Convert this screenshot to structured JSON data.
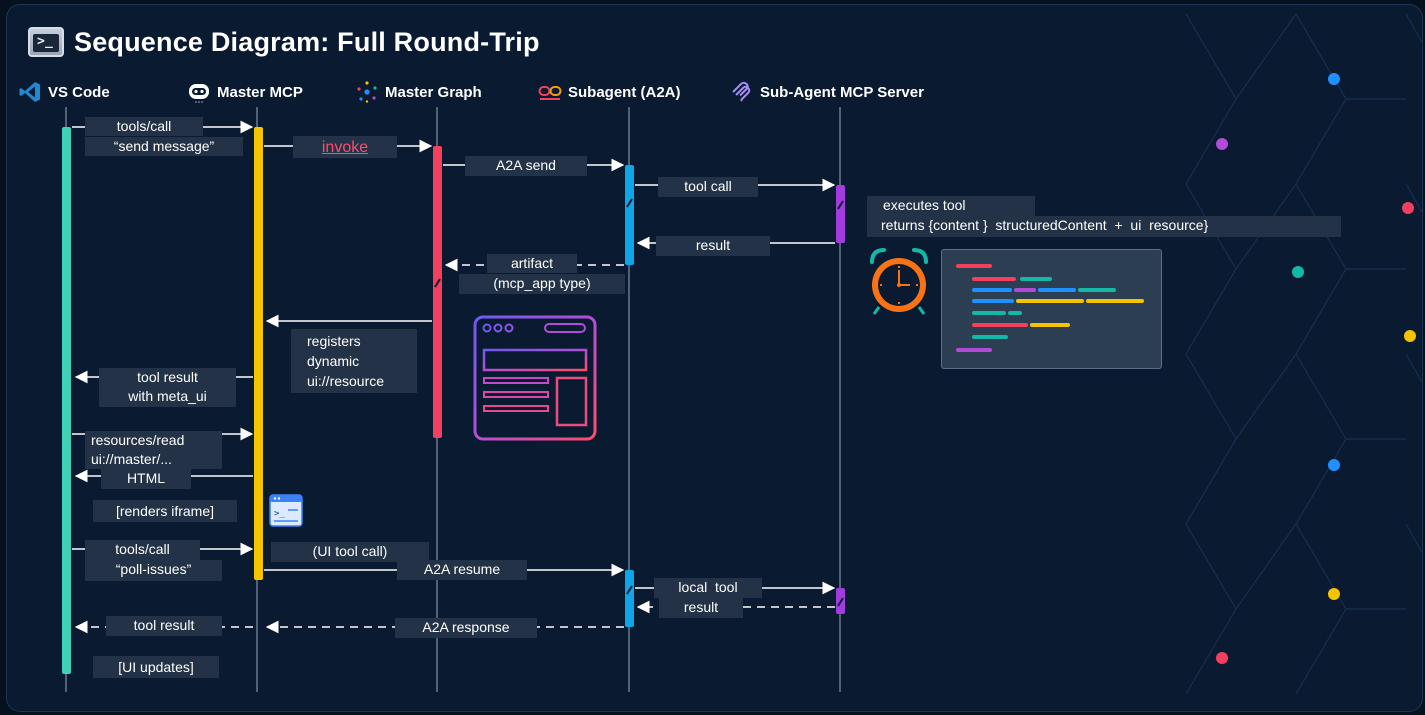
{
  "title": "Sequence Diagram:  Full Round-Trip",
  "actors": [
    {
      "id": "vscode",
      "label": "VS Code",
      "icon": "vscode-icon"
    },
    {
      "id": "master-mcp",
      "label": "Master MCP",
      "icon": "robot-icon"
    },
    {
      "id": "master-graph",
      "label": "Master Graph",
      "icon": "graph-icon"
    },
    {
      "id": "subagent",
      "label": "Subagent (A2A)",
      "icon": "link-icon"
    },
    {
      "id": "subagent-mcp",
      "label": "Sub-Agent MCP Server",
      "icon": "mcp-icon"
    }
  ],
  "messages": {
    "tools_call_1": "tools/call",
    "send_message": "“send message”",
    "invoke": "invoke",
    "a2a_send": "A2A send",
    "tool_call": "tool call",
    "executes_tool": "executes tool",
    "returns": "returns {content }  structuredContent  +  ui  resource}",
    "result": "result",
    "artifact": "artifact",
    "mcp_app_type": "(mcp_app type)",
    "registers": "registers\ndynamic\nui://resource",
    "tool_result_meta": "tool result\nwith meta_ui",
    "resources_read": "resources/read\nui://master/...",
    "html": "HTML",
    "renders_iframe": "[renders iframe]",
    "tools_call_2": "tools/call",
    "poll_issues": "“poll-issues”",
    "ui_tool_call": "(UI tool call)",
    "a2a_resume": "A2A resume",
    "local_tool": "local  tool",
    "local_result": "result",
    "tool_result": "tool result",
    "a2a_response": "A2A response",
    "ui_updates": "[UI updates]"
  },
  "colors": {
    "background": "#0a1a30",
    "vscode_bar": "#3fd0b6",
    "master_mcp_bar": "#f5c400",
    "master_graph_bar": "#f43f5e",
    "subagent_bar": "#0ea5e9",
    "subagent_mcp_bar": "#a43be0",
    "label_bg": "#233246",
    "invoke_text": "#ff4d6a",
    "clock": "#f97316"
  }
}
